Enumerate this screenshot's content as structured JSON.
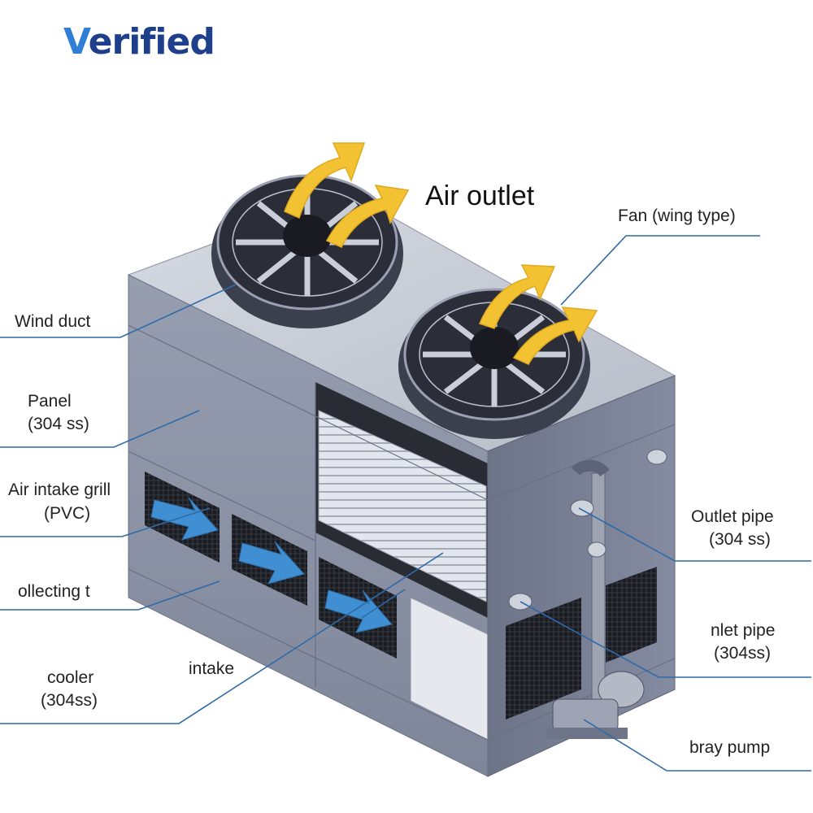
{
  "logo": {
    "first": "V",
    "rest": "erified",
    "color": "#1e3f8c",
    "accent": "#2f7fd6"
  },
  "title": "Air outlet",
  "labels": {
    "fan": "Fan (wing type)",
    "wind_duct": "Wind duct",
    "panel_1": "Panel",
    "panel_2": "(304 ss)",
    "grill_1": "Air intake grill",
    "grill_2": "(PVC)",
    "collecting": "ollecting t",
    "cooler_1": "cooler",
    "cooler_2": "(304ss)",
    "intake": "intake",
    "outlet_1": "Outlet pipe",
    "outlet_2": "(304 ss)",
    "inlet_1": "nlet pipe",
    "inlet_2": "(304ss)",
    "pump": "bray pump"
  },
  "colors": {
    "body": "#8e95a8",
    "body_dark": "#5e6478",
    "top": "#c9ced8",
    "airflow_arrow": "#f2c232",
    "intake_arrow": "#3f8fd2",
    "leader_line": "#2f6aa8"
  }
}
